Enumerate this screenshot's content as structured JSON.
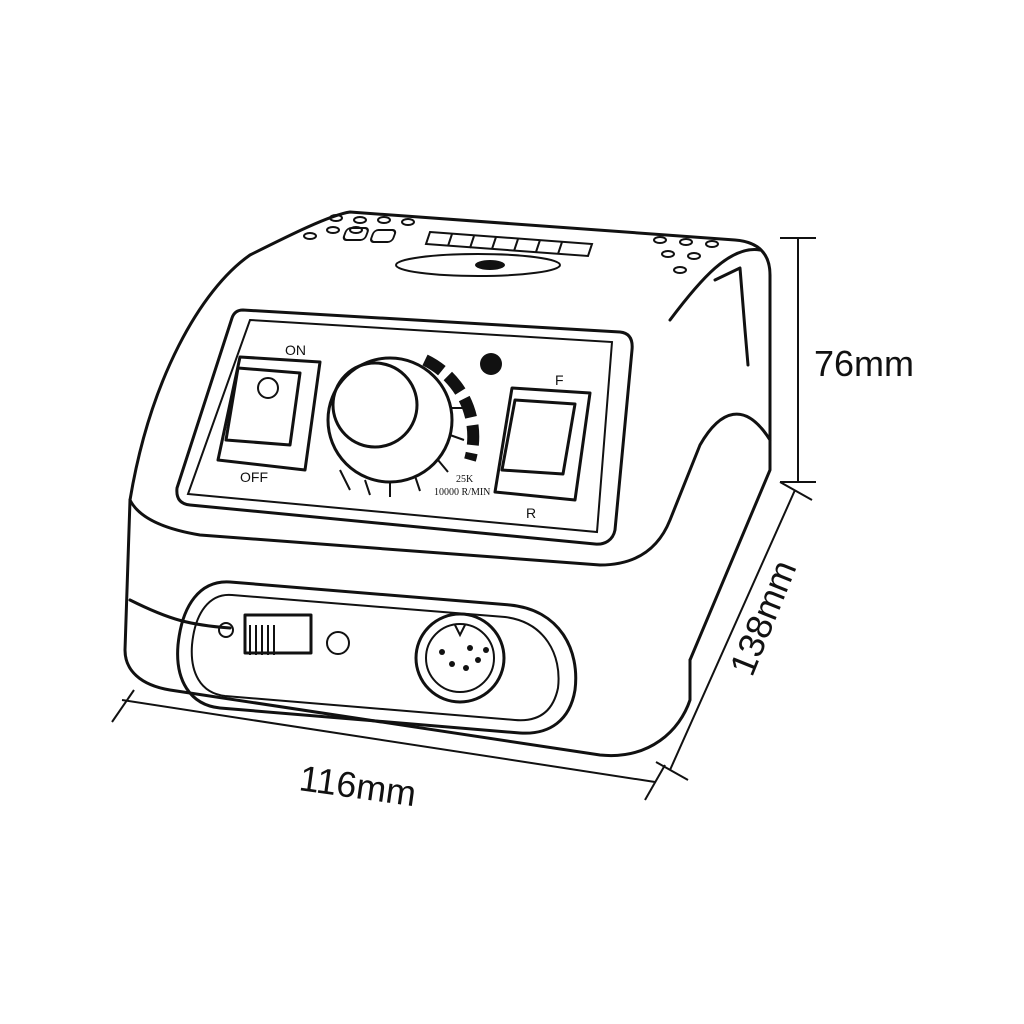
{
  "dimensions": {
    "height": "76mm",
    "width": "116mm",
    "depth": "138mm"
  },
  "panel": {
    "power_on_label": "ON",
    "power_off_label": "OFF",
    "direction_forward_label": "F",
    "direction_reverse_label": "R",
    "spec_line1": "25K",
    "spec_line2": "10000 R/MIN"
  },
  "colors": {
    "line": "#111111",
    "background": "#ffffff"
  }
}
